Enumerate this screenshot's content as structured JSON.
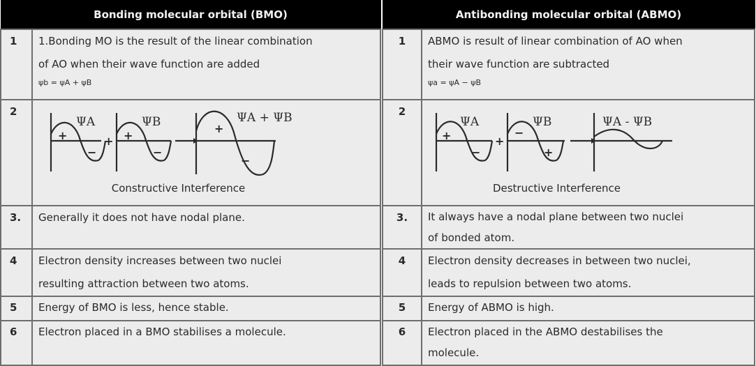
{
  "left": {
    "header": "Bonding molecular orbital (BMO)",
    "rows": [
      {
        "num": "1",
        "lines": [
          "1.Bonding MO is the result of the linear combination",
          "of AO when their wave function are added"
        ],
        "formula": "ψb = ψA + ψB"
      },
      {
        "num": "2",
        "diagram": {
          "label_a": "ΨA",
          "label_b": "ΨB",
          "label_result": "ΨA + ΨB",
          "plus": "+",
          "caption": "Constructive Interference"
        }
      },
      {
        "num": "3.",
        "lines": [
          "Generally it does not have nodal plane."
        ]
      },
      {
        "num": "4",
        "lines": [
          "Electron density increases between two nuclei",
          "resulting attraction between two atoms."
        ]
      },
      {
        "num": "5",
        "lines": [
          "Energy of BMO is less, hence stable."
        ]
      },
      {
        "num": "6",
        "lines": [
          "Electron placed in a BMO stabilises a molecule."
        ]
      }
    ]
  },
  "right": {
    "header": "Antibonding molecular orbital (ABMO)",
    "rows": [
      {
        "num": "1",
        "lines": [
          "ABMO is result of linear combination of AO when",
          "their wave function are subtracted"
        ],
        "formula": "ψa = ψA − ψB"
      },
      {
        "num": "2",
        "diagram": {
          "label_a": "ΨA",
          "label_b": "ΨB",
          "label_result": "ΨA - ΨB",
          "plus": "+",
          "caption": "Destructive Interference"
        }
      },
      {
        "num": "3.",
        "lines": [
          "It always have a nodal plane between two nuclei",
          "of bonded atom."
        ]
      },
      {
        "num": "4",
        "lines": [
          "Electron density decreases in between two nuclei,",
          "leads to repulsion between two atoms."
        ]
      },
      {
        "num": "5",
        "lines": [
          "Energy of ABMO is high."
        ]
      },
      {
        "num": "6",
        "lines": [
          "Electron placed in the ABMO destabilises the",
          "molecule."
        ]
      }
    ]
  }
}
